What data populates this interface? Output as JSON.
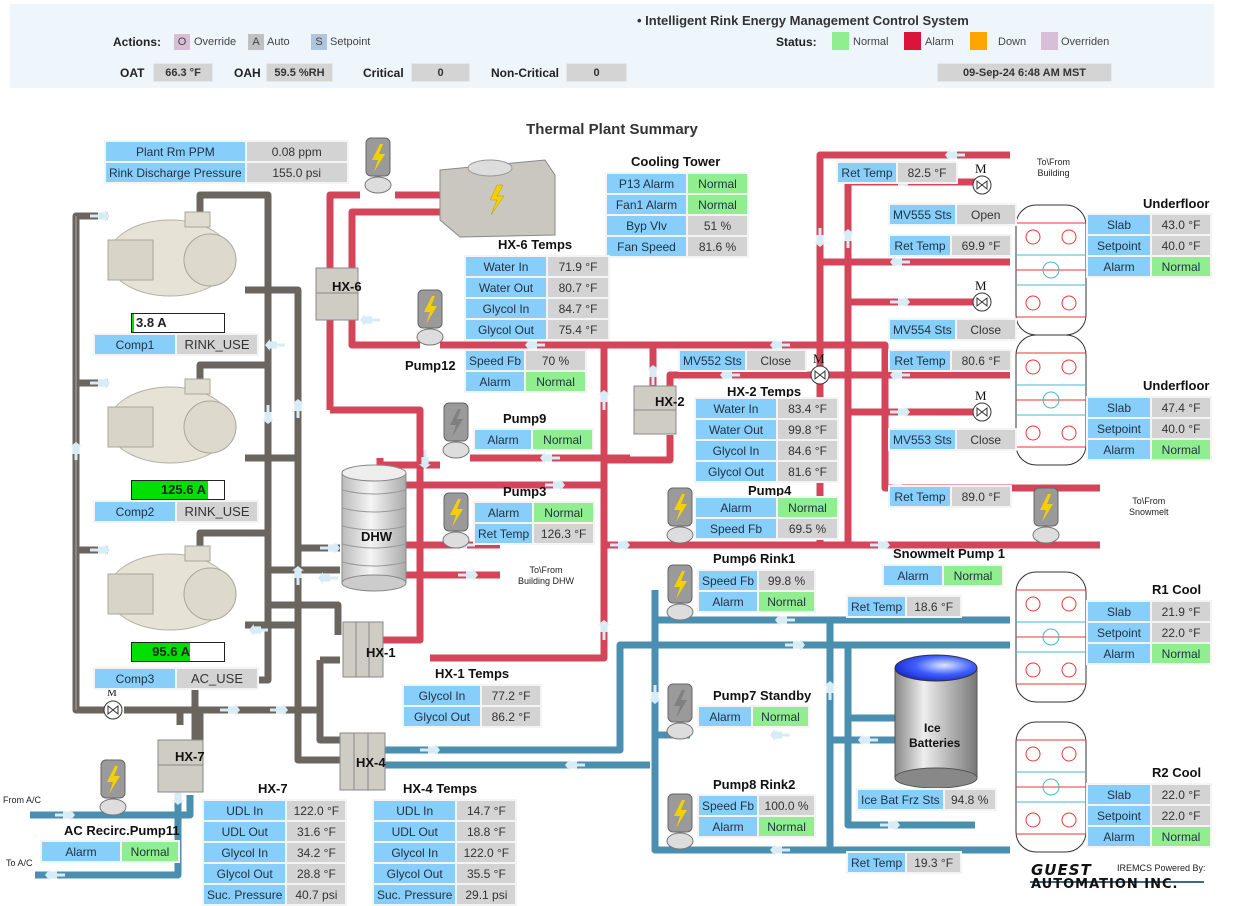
{
  "header": {
    "system_title": "• Intelligent Rink Energy Management Control System",
    "actions_label": "Actions:",
    "actions": [
      {
        "key": "O",
        "label": "Override",
        "color": "#d8bfd8"
      },
      {
        "key": "A",
        "label": "Auto",
        "color": "#c0c0c0"
      },
      {
        "key": "S",
        "label": "Setpoint",
        "color": "#b0c4de"
      }
    ],
    "status_label": "Status:",
    "statuses": [
      {
        "label": "Normal",
        "color": "#90ee90"
      },
      {
        "label": "Alarm",
        "color": "#dc143c"
      },
      {
        "label": "Down",
        "color": "#ffa500"
      },
      {
        "label": "Overriden",
        "color": "#d8bfd8"
      }
    ],
    "oat_label": "OAT",
    "oat_value": "66.3 °F",
    "oah_label": "OAH",
    "oah_value": "59.5 %RH",
    "critical_label": "Critical",
    "critical_value": "0",
    "noncritical_label": "Non-Critical",
    "noncritical_value": "0",
    "datetime": "09-Sep-24 6:48 AM MST"
  },
  "page_title": "Thermal Plant Summary",
  "plant_room": [
    {
      "k": "Plant Rm PPM",
      "v": "0.08 ppm"
    },
    {
      "k": "Rink Discharge Pressure",
      "v": "155.0 psi"
    }
  ],
  "compressors": [
    {
      "name": "Comp1",
      "mode": "RINK_USE",
      "amps": "3.8 A",
      "load_pct": 2
    },
    {
      "name": "Comp2",
      "mode": "RINK_USE",
      "amps": "125.6 A",
      "load_pct": 83
    },
    {
      "name": "Comp3",
      "mode": "AC_USE",
      "amps": "95.6 A",
      "load_pct": 63
    }
  ],
  "cooling_tower": {
    "title": "Cooling Tower",
    "rows": [
      {
        "k": "P13 Alarm",
        "v": "Normal",
        "s": "ok"
      },
      {
        "k": "Fan1 Alarm",
        "v": "Normal",
        "s": "ok"
      },
      {
        "k": "Byp Vlv",
        "v": "51 %",
        "s": "v"
      },
      {
        "k": "Fan Speed",
        "v": "81.6 %",
        "s": "v"
      }
    ]
  },
  "hx6": {
    "label": "HX-6",
    "title": "HX-6 Temps",
    "rows": [
      {
        "k": "Water In",
        "v": "71.9 °F"
      },
      {
        "k": "Water Out",
        "v": "80.7 °F"
      },
      {
        "k": "Glycol In",
        "v": "84.7 °F"
      },
      {
        "k": "Glycol Out",
        "v": "75.4 °F"
      }
    ]
  },
  "pump12": {
    "title": "Pump12",
    "rows": [
      {
        "k": "Speed Fb",
        "v": "70 %",
        "s": "v"
      },
      {
        "k": "Alarm",
        "v": "Normal",
        "s": "ok"
      }
    ]
  },
  "pump9": {
    "title": "Pump9",
    "rows": [
      {
        "k": "Alarm",
        "v": "Normal",
        "s": "ok"
      }
    ]
  },
  "pump3": {
    "title": "Pump3",
    "rows": [
      {
        "k": "Alarm",
        "v": "Normal",
        "s": "ok"
      },
      {
        "k": "Ret Temp",
        "v": "126.3 °F",
        "s": "v"
      }
    ]
  },
  "dhw": {
    "label": "DHW",
    "to_from": "To\\From\nBuilding DHW"
  },
  "mv552": {
    "k": "MV552 Sts",
    "v": "Close"
  },
  "hx2": {
    "label": "HX-2",
    "title": "HX-2 Temps",
    "rows": [
      {
        "k": "Water In",
        "v": "83.4 °F"
      },
      {
        "k": "Water Out",
        "v": "99.8 °F"
      },
      {
        "k": "Glycol In",
        "v": "84.6 °F"
      },
      {
        "k": "Glycol Out",
        "v": "81.6 °F"
      }
    ]
  },
  "pump4": {
    "title": "Pump4",
    "rows": [
      {
        "k": "Alarm",
        "v": "Normal",
        "s": "ok"
      },
      {
        "k": "Speed Fb",
        "v": "69.5 %",
        "s": "v"
      }
    ]
  },
  "building": {
    "to_from": "To\\From\nBuilding",
    "ret_temp_1": {
      "k": "Ret Temp",
      "v": "82.5 °F"
    },
    "mv555": {
      "k": "MV555 Sts",
      "v": "Open"
    },
    "ret_temp_2": {
      "k": "Ret Temp",
      "v": "69.9 °F"
    },
    "mv554": {
      "k": "MV554 Sts",
      "v": "Close"
    },
    "ret_temp_3": {
      "k": "Ret Temp",
      "v": "80.6 °F"
    },
    "mv553": {
      "k": "MV553 Sts",
      "v": "Close"
    },
    "ret_temp_4": {
      "k": "Ret Temp",
      "v": "89.0 °F"
    }
  },
  "valve_label": "M",
  "underfloor1": {
    "title": "Underfloor",
    "rows": [
      {
        "k": "Slab",
        "v": "43.0 °F",
        "s": "v"
      },
      {
        "k": "Setpoint",
        "v": "40.0 °F",
        "s": "v"
      },
      {
        "k": "Alarm",
        "v": "Normal",
        "s": "ok"
      }
    ]
  },
  "underfloor2": {
    "title": "Underfloor",
    "rows": [
      {
        "k": "Slab",
        "v": "47.4 °F",
        "s": "v"
      },
      {
        "k": "Setpoint",
        "v": "40.0 °F",
        "s": "v"
      },
      {
        "k": "Alarm",
        "v": "Normal",
        "s": "ok"
      }
    ]
  },
  "snowmelt": {
    "to_from": "To\\From\nSnowmelt",
    "pump_title": "Snowmelt Pump 1",
    "rows": [
      {
        "k": "Alarm",
        "v": "Normal",
        "s": "ok"
      }
    ]
  },
  "pump6": {
    "title": "Pump6 Rink1",
    "rows": [
      {
        "k": "Speed Fb",
        "v": "99.8 %",
        "s": "v"
      },
      {
        "k": "Alarm",
        "v": "Normal",
        "s": "ok"
      }
    ]
  },
  "rink_ret_temp_1": {
    "k": "Ret Temp",
    "v": "18.6 °F"
  },
  "r1cool": {
    "title": "R1 Cool",
    "rows": [
      {
        "k": "Slab",
        "v": "21.9 °F",
        "s": "v"
      },
      {
        "k": "Setpoint",
        "v": "22.0 °F",
        "s": "v"
      },
      {
        "k": "Alarm",
        "v": "Normal",
        "s": "ok"
      }
    ]
  },
  "hx1": {
    "label": "HX-1",
    "title": "HX-1 Temps",
    "rows": [
      {
        "k": "Glycol In",
        "v": "77.2 °F"
      },
      {
        "k": "Glycol Out",
        "v": "86.2 °F"
      }
    ]
  },
  "pump7": {
    "title": "Pump7 Standby",
    "rows": [
      {
        "k": "Alarm",
        "v": "Normal",
        "s": "ok"
      }
    ]
  },
  "ice_batteries": {
    "label1": "Ice",
    "label2": "Batteries",
    "k": "Ice Bat Frz Sts",
    "v": "94.8 %"
  },
  "pump8": {
    "title": "Pump8 Rink2",
    "rows": [
      {
        "k": "Speed Fb",
        "v": "100.0 %",
        "s": "v"
      },
      {
        "k": "Alarm",
        "v": "Normal",
        "s": "ok"
      }
    ]
  },
  "rink_ret_temp_2": {
    "k": "Ret Temp",
    "v": "19.3 °F"
  },
  "r2cool": {
    "title": "R2 Cool",
    "rows": [
      {
        "k": "Slab",
        "v": "22.0 °F",
        "s": "v"
      },
      {
        "k": "Setpoint",
        "v": "22.0 °F",
        "s": "v"
      },
      {
        "k": "Alarm",
        "v": "Normal",
        "s": "ok"
      }
    ]
  },
  "hx7": {
    "label": "HX-7",
    "title": "HX-7",
    "rows": [
      {
        "k": "UDL In",
        "v": "122.0 °F"
      },
      {
        "k": "UDL Out",
        "v": "31.6 °F"
      },
      {
        "k": "Glycol In",
        "v": "34.2 °F"
      },
      {
        "k": "Glycol Out",
        "v": "28.8 °F"
      },
      {
        "k": "Suc. Pressure",
        "v": "40.7 psi"
      }
    ]
  },
  "hx4": {
    "label": "HX-4",
    "title": "HX-4 Temps",
    "rows": [
      {
        "k": "UDL In",
        "v": "14.7 °F"
      },
      {
        "k": "UDL Out",
        "v": "18.8 °F"
      },
      {
        "k": "Glycol In",
        "v": "122.0 °F"
      },
      {
        "k": "Glycol Out",
        "v": "35.5 °F"
      },
      {
        "k": "Suc. Pressure",
        "v": "29.1 psi"
      }
    ]
  },
  "ac": {
    "from": "From A/C",
    "to": "To A/C",
    "pump_title": "AC Recirc.Pump11",
    "rows": [
      {
        "k": "Alarm",
        "v": "Normal",
        "s": "ok"
      }
    ]
  },
  "footer": {
    "logo_top": "GUEST",
    "logo_bottom": "AUTOMATION INC.",
    "powered": "IREMCS Powered By:"
  }
}
